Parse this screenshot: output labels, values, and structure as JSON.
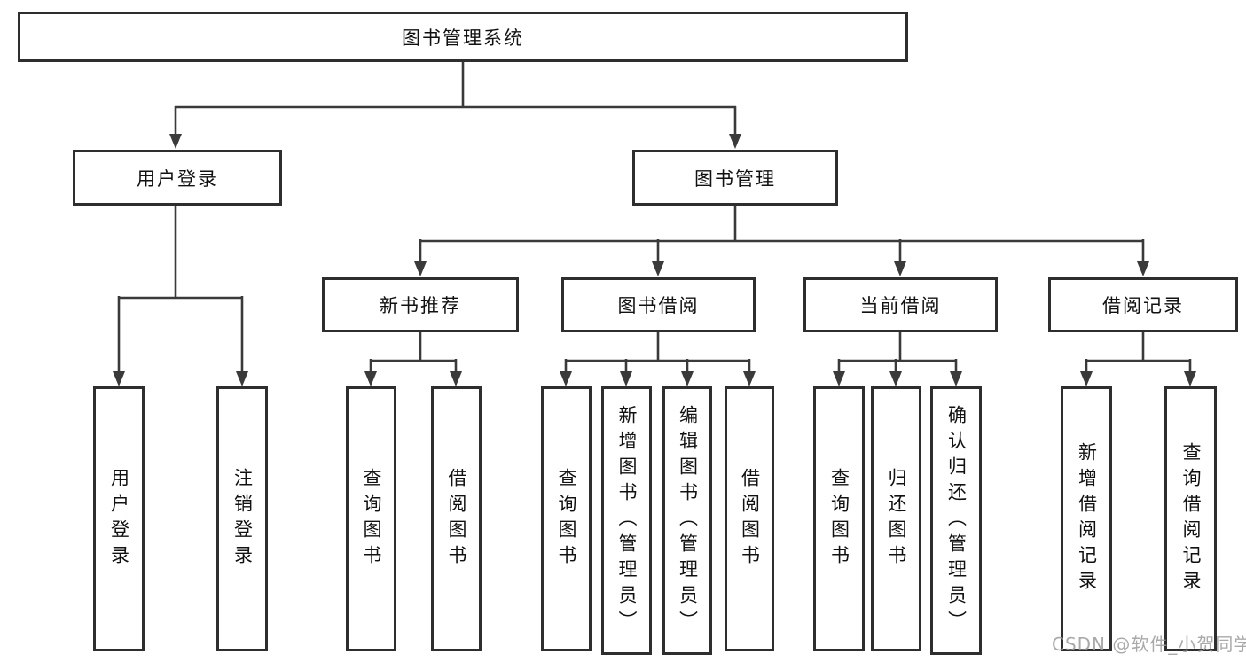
{
  "tree": {
    "root": {
      "label": "图书管理系统",
      "children": [
        {
          "label": "用户登录",
          "children": [
            {
              "label": "用户登录"
            },
            {
              "label": "注销登录"
            }
          ]
        },
        {
          "label": "图书管理",
          "children": [
            {
              "label": "新书推荐",
              "children": [
                {
                  "label": "查询图书"
                },
                {
                  "label": "借阅图书"
                }
              ]
            },
            {
              "label": "图书借阅",
              "children": [
                {
                  "label": "查询图书"
                },
                {
                  "label": "新增图书（管理员）"
                },
                {
                  "label": "编辑图书（管理员）"
                },
                {
                  "label": "借阅图书"
                }
              ]
            },
            {
              "label": "当前借阅",
              "children": [
                {
                  "label": "查询图书"
                },
                {
                  "label": "归还图书"
                },
                {
                  "label": "确认归还（管理员）"
                }
              ]
            },
            {
              "label": "借阅记录",
              "children": [
                {
                  "label": "新增借阅记录"
                },
                {
                  "label": "查询借阅记录"
                }
              ]
            }
          ]
        }
      ]
    }
  },
  "watermark": {
    "text": "CSDN @软件_小贺同学"
  },
  "colors": {
    "background": "#ffffff",
    "line": "#3a3a3a",
    "box_border": "#2e2e2e",
    "box_fill": "#ffffff",
    "text": "#111111",
    "watermark": "#9c9c9c"
  }
}
